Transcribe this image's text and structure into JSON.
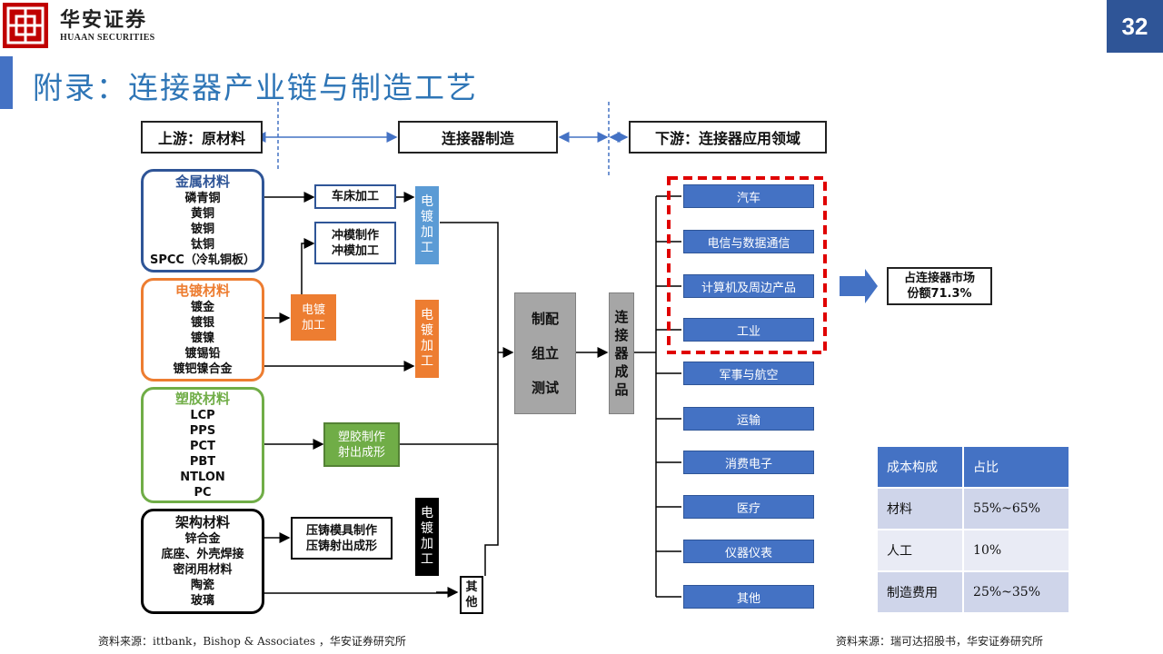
{
  "header": {
    "logo_cn": "华安证券",
    "logo_en": "HUAAN SECURITIES",
    "page_number": "32",
    "title": "附录：连接器产业链与制造工艺"
  },
  "stages": {
    "upstream": "上游：原材料",
    "manufacturing": "连接器制造",
    "downstream": "下游：连接器应用领域"
  },
  "materials": {
    "metal": {
      "title": "金属材料",
      "items": [
        "磷青铜",
        "黄铜",
        "铍铜",
        "钛铜",
        "SPCC（冷轧铜板）"
      ]
    },
    "plating": {
      "title": "电镀材料",
      "items": [
        "镀金",
        "镀银",
        "镀镍",
        "镀锡铅",
        "镀钯镍合金"
      ]
    },
    "plastic": {
      "title": "塑胶材料",
      "items": [
        "LCP",
        "PPS",
        "PCT",
        "PBT",
        "NTLON",
        "PC"
      ]
    },
    "frame": {
      "title": "架构材料",
      "items": [
        "锌合金",
        "底座、外壳焊接",
        "密闭用材料",
        "陶瓷",
        "玻璃"
      ]
    }
  },
  "processes": {
    "lathe": "车床加工",
    "stamping": [
      "冲模制作",
      "冲模加工"
    ],
    "plating_orange": [
      "电镀",
      "加工"
    ],
    "plastic_mold": [
      "塑胶制作",
      "射出成形"
    ],
    "die_cast": [
      "压铸模具制作",
      "压铸射出成形"
    ],
    "other": [
      "其",
      "他"
    ]
  },
  "plating_bars": {
    "blue": [
      "电",
      "镀",
      "加",
      "工"
    ],
    "orange": [
      "电",
      "镀",
      "加",
      "工"
    ],
    "black": [
      "电",
      "镀",
      "加",
      "工"
    ]
  },
  "assembly": [
    "制配",
    "组立",
    "测试"
  ],
  "finished": [
    "连",
    "接",
    "器",
    "成",
    "品"
  ],
  "applications": [
    "汽车",
    "电信与数据通信",
    "计算机及周边产品",
    "工业",
    "军事与航空",
    "运输",
    "消费电子",
    "医疗",
    "仪器仪表",
    "其他"
  ],
  "market_share": {
    "line1": "占连接器市场",
    "line2": "份额71.3%"
  },
  "cost_table": {
    "headers": [
      "成本构成",
      "占比"
    ],
    "rows": [
      {
        "item": "材料",
        "share": "55%~65%"
      },
      {
        "item": "人工",
        "share": "10%"
      },
      {
        "item": "制造费用",
        "share": "25%~35%"
      }
    ]
  },
  "sources": {
    "left": "资料来源：ittbank，Bishop & Associates ，华安证券研究所",
    "right": "资料来源：瑞可达招股书，华安证券研究所"
  },
  "colors": {
    "brand_red": "#c00000",
    "title_blue": "#2e75b6",
    "page_number_bg": "#2f5597",
    "metal": "#2f5597",
    "plating": "#ed7d31",
    "plastic": "#70ad47",
    "frame": "#000000",
    "app_blue": "#4472c4",
    "highlight_dash": "#e00000"
  }
}
